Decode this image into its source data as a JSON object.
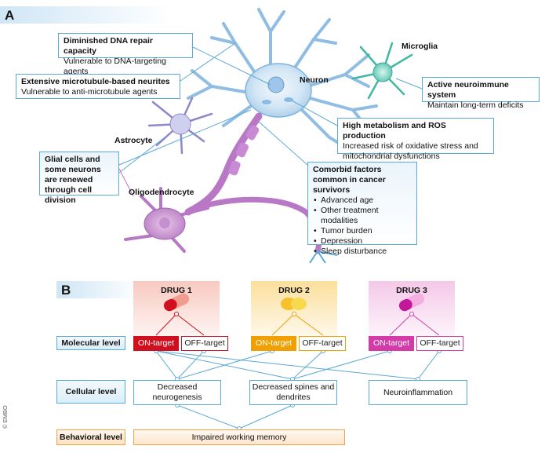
{
  "panel_a": {
    "tag": "A",
    "callouts": {
      "dna_title": "Diminished DNA repair capacity",
      "dna_sub": "Vulnerable to DNA-targeting agents",
      "mt_title": "Extensive microtubule-based neurites",
      "mt_sub": "Vulnerable to anti-microtubule agents",
      "glial": "Glial cells and some neurons are renewed through cell division",
      "immune_title": "Active neuroimmune system",
      "immune_sub": "Maintain long-term deficits",
      "metab_title": "High metabolism and ROS production",
      "metab_sub": "Increased risk of oxidative stress and mitochondrial dysfunctions",
      "comorbid_title": "Comorbid factors common in cancer survivors",
      "comorbid_items": [
        "Advanced age",
        "Other treatment modalities",
        "Tumor burden",
        "Depression",
        "Sleep disturbance"
      ]
    },
    "cell_labels": {
      "neuron": "Neuron",
      "microglia": "Microglia",
      "astrocyte": "Astrocyte",
      "oligodendrocyte": "Oligodendrocyte"
    }
  },
  "panel_b": {
    "tag": "B",
    "drugs": [
      {
        "name": "DRUG 1",
        "on": "ON-target",
        "off": "OFF-target",
        "color": "#d0101e"
      },
      {
        "name": "DRUG 2",
        "on": "ON-target",
        "off": "OFF-target",
        "color": "#f0a000"
      },
      {
        "name": "DRUG 3",
        "on": "ON-target",
        "off": "OFF-target",
        "color": "#d43aa8"
      }
    ],
    "levels": {
      "molecular": "Molecular level",
      "cellular": "Cellular level",
      "behavioral": "Behavioral level"
    },
    "cellular_effects": [
      "Decreased neurogenesis",
      "Decreased spines and dendrites",
      "Neuroinflammation"
    ],
    "behavioral_effect": "Impaired working memory"
  },
  "copyright": "© EMBO",
  "colors": {
    "accent_blue": "#5aa9d6",
    "behavior_orange": "#f0a24a"
  }
}
